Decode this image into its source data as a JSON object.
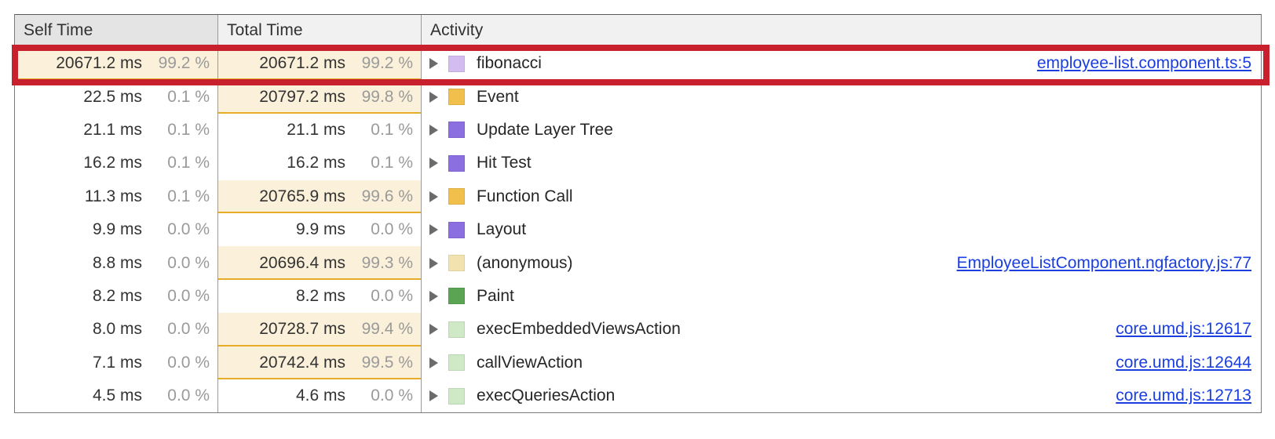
{
  "table": {
    "columns": [
      {
        "key": "self_time",
        "label": "Self Time"
      },
      {
        "key": "total_time",
        "label": "Total Time"
      },
      {
        "key": "activity",
        "label": "Activity"
      }
    ],
    "rows": [
      {
        "self_ms": "20671.2 ms",
        "self_pct": "99.2 %",
        "self_highlight": true,
        "total_ms": "20671.2 ms",
        "total_pct": "99.2 %",
        "total_highlight": true,
        "activity": "fibonacci",
        "swatch": "#d3bdf0",
        "swatch_name": "swatch-scripting-light-purple",
        "link": "employee-list.component.ts:5",
        "selected": true
      },
      {
        "self_ms": "22.5 ms",
        "self_pct": "0.1 %",
        "self_highlight": false,
        "total_ms": "20797.2 ms",
        "total_pct": "99.8 %",
        "total_highlight": true,
        "activity": "Event",
        "swatch": "#f0bf4c",
        "swatch_name": "swatch-scripting-yellow",
        "link": "",
        "selected": false
      },
      {
        "self_ms": "21.1 ms",
        "self_pct": "0.1 %",
        "self_highlight": false,
        "total_ms": "21.1 ms",
        "total_pct": "0.1 %",
        "total_highlight": false,
        "activity": "Update Layer Tree",
        "swatch": "#8b6ee0",
        "swatch_name": "swatch-rendering-purple",
        "link": "",
        "selected": false
      },
      {
        "self_ms": "16.2 ms",
        "self_pct": "0.1 %",
        "self_highlight": false,
        "total_ms": "16.2 ms",
        "total_pct": "0.1 %",
        "total_highlight": false,
        "activity": "Hit Test",
        "swatch": "#8b6ee0",
        "swatch_name": "swatch-rendering-purple",
        "link": "",
        "selected": false
      },
      {
        "self_ms": "11.3 ms",
        "self_pct": "0.1 %",
        "self_highlight": false,
        "total_ms": "20765.9 ms",
        "total_pct": "99.6 %",
        "total_highlight": true,
        "activity": "Function Call",
        "swatch": "#f0bf4c",
        "swatch_name": "swatch-scripting-yellow",
        "link": "",
        "selected": false
      },
      {
        "self_ms": "9.9 ms",
        "self_pct": "0.0 %",
        "self_highlight": false,
        "total_ms": "9.9 ms",
        "total_pct": "0.0 %",
        "total_highlight": false,
        "activity": "Layout",
        "swatch": "#8b6ee0",
        "swatch_name": "swatch-rendering-purple",
        "link": "",
        "selected": false
      },
      {
        "self_ms": "8.8 ms",
        "self_pct": "0.0 %",
        "self_highlight": false,
        "total_ms": "20696.4 ms",
        "total_pct": "99.3 %",
        "total_highlight": true,
        "activity": "(anonymous)",
        "swatch": "#f2e2b0",
        "swatch_name": "swatch-scripting-pale-yellow",
        "link": "EmployeeListComponent.ngfactory.js:77",
        "selected": false
      },
      {
        "self_ms": "8.2 ms",
        "self_pct": "0.0 %",
        "self_highlight": false,
        "total_ms": "8.2 ms",
        "total_pct": "0.0 %",
        "total_highlight": false,
        "activity": "Paint",
        "swatch": "#5aa454",
        "swatch_name": "swatch-painting-green",
        "link": "",
        "selected": false
      },
      {
        "self_ms": "8.0 ms",
        "self_pct": "0.0 %",
        "self_highlight": false,
        "total_ms": "20728.7 ms",
        "total_pct": "99.4 %",
        "total_highlight": true,
        "activity": "execEmbeddedViewsAction",
        "swatch": "#cfe8c6",
        "swatch_name": "swatch-pale-green",
        "link": "core.umd.js:12617",
        "selected": false
      },
      {
        "self_ms": "7.1 ms",
        "self_pct": "0.0 %",
        "self_highlight": false,
        "total_ms": "20742.4 ms",
        "total_pct": "99.5 %",
        "total_highlight": true,
        "activity": "callViewAction",
        "swatch": "#cfe8c6",
        "swatch_name": "swatch-pale-green",
        "link": "core.umd.js:12644",
        "selected": false
      },
      {
        "self_ms": "4.5 ms",
        "self_pct": "0.0 %",
        "self_highlight": false,
        "total_ms": "4.6 ms",
        "total_pct": "0.0 %",
        "total_highlight": false,
        "activity": "execQueriesAction",
        "swatch": "#cfe8c6",
        "swatch_name": "swatch-pale-green",
        "link": "core.umd.js:12713",
        "selected": false
      }
    ]
  },
  "annotation": {
    "type": "rectangle-highlight",
    "color": "#c8202d",
    "target_row_index": 0
  },
  "colors": {
    "header_background": "#e4e4e4",
    "highlight_fill": "#fbf0d9",
    "highlight_underline": "#e8ad28",
    "link": "#1a3ee0",
    "percent_text": "#9a9a9a",
    "time_text": "#333333",
    "annotation_red": "#c8202d"
  }
}
